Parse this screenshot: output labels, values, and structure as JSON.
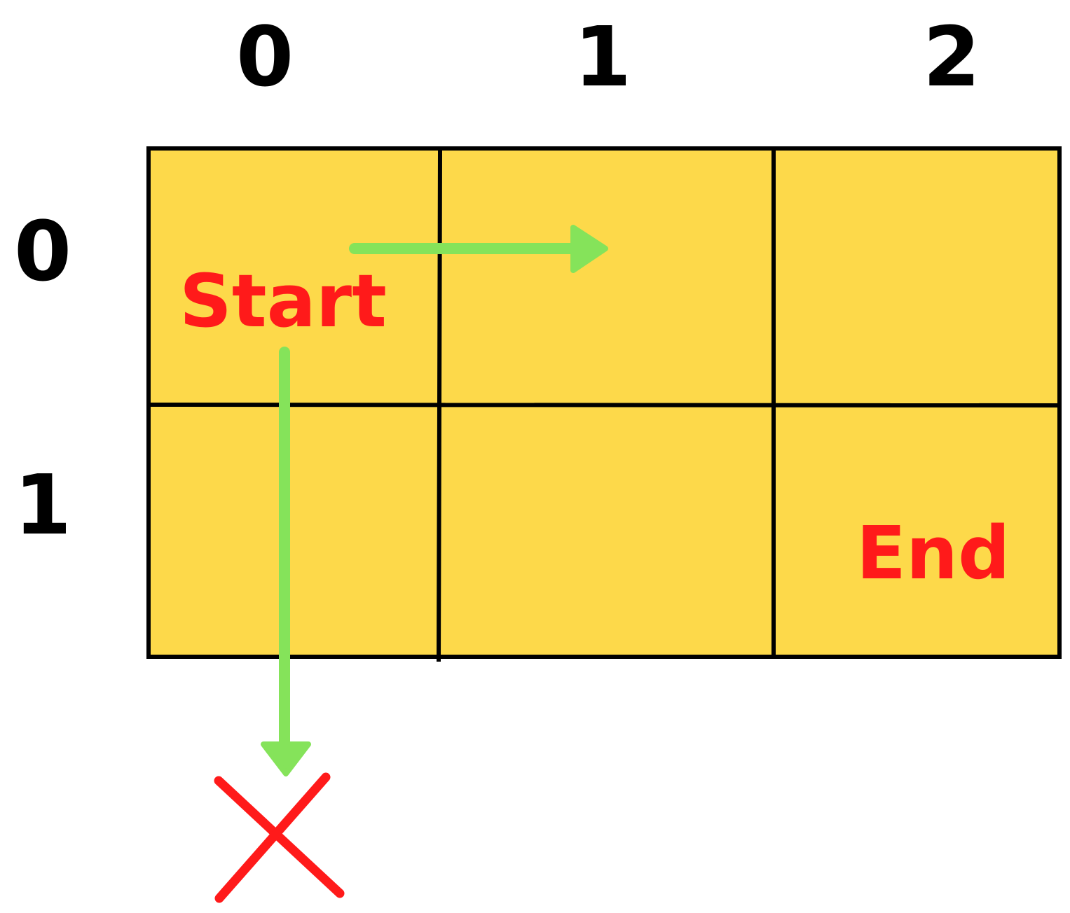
{
  "columns": [
    "0",
    "1",
    "2"
  ],
  "rows": [
    "0",
    "1"
  ],
  "grid": {
    "cell_color": "#FDD94A",
    "line_color": "#000000"
  },
  "labels": {
    "start": "Start",
    "end": "End",
    "text_color": "#FF1A1A"
  },
  "moves": [
    {
      "direction": "right",
      "valid": true
    },
    {
      "direction": "down",
      "valid": false
    }
  ],
  "arrow_color": "#85E35A",
  "invalid_mark_color": "#FF1A1A"
}
